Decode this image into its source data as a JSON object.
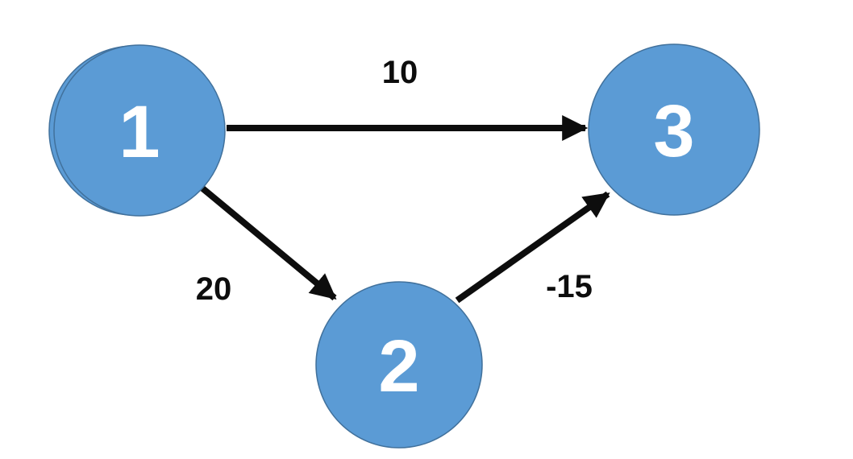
{
  "diagram": {
    "type": "weighted-directed-graph",
    "background_color": "#ffffff",
    "node_fill_color": "#5B9BD5",
    "node_stroke_color": "#41719C",
    "node_text_color": "#ffffff",
    "edge_color": "#0d0d0d",
    "weight_text_color": "#0d0d0d",
    "nodes": [
      {
        "id": "1",
        "label": "1"
      },
      {
        "id": "2",
        "label": "2"
      },
      {
        "id": "3",
        "label": "3"
      }
    ],
    "edges": [
      {
        "from": "1",
        "to": "3",
        "weight": "10"
      },
      {
        "from": "1",
        "to": "2",
        "weight": "20"
      },
      {
        "from": "2",
        "to": "3",
        "weight": "-15"
      }
    ]
  }
}
